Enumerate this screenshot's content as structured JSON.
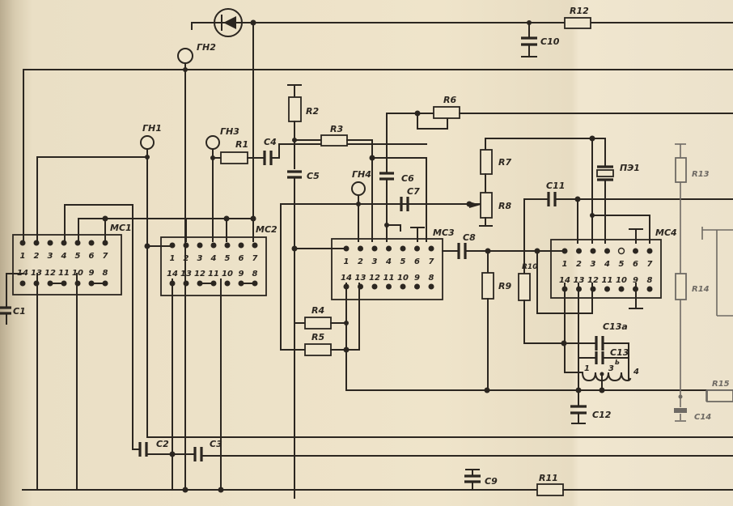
{
  "diagram": {
    "type": "electrical-schematic",
    "modules": [
      {
        "id": "MC1",
        "label": "MC1",
        "pins_top": [
          "1",
          "2",
          "3",
          "4",
          "5",
          "6",
          "7"
        ],
        "pins_bottom": [
          "14",
          "13",
          "12",
          "11",
          "10",
          "9",
          "8"
        ]
      },
      {
        "id": "MC2",
        "label": "MC2",
        "pins_top": [
          "1",
          "2",
          "3",
          "4",
          "5",
          "6",
          "7"
        ],
        "pins_bottom": [
          "14",
          "13",
          "12",
          "11",
          "10",
          "9",
          "8"
        ]
      },
      {
        "id": "MC3",
        "label": "MC3",
        "pins_top": [
          "1",
          "2",
          "3",
          "4",
          "5",
          "6",
          "7"
        ],
        "pins_bottom": [
          "14",
          "13",
          "12",
          "11",
          "10",
          "9",
          "8"
        ]
      },
      {
        "id": "MC4",
        "label": "MC4",
        "pins_top": [
          "1",
          "2",
          "3",
          "4",
          "5",
          "6",
          "7"
        ],
        "pins_bottom": [
          "14",
          "13",
          "12",
          "11",
          "10",
          "9",
          "8"
        ]
      }
    ],
    "jacks": {
      "gn1": "ГН1",
      "gn2": "ГН2",
      "gn3": "ГН3",
      "gn4": "ГН4"
    },
    "resistors": {
      "r1": "R1",
      "r2": "R2",
      "r3": "R3",
      "r4": "R4",
      "r5": "R5",
      "r6": "R6",
      "r7": "R7",
      "r8": "R8",
      "r9": "R9",
      "r10": "R10",
      "r11": "R11",
      "r12": "R12",
      "r13": "R13",
      "r14": "R14",
      "r15": "R15"
    },
    "capacitors": {
      "c1": "C1",
      "c2": "C2",
      "c3": "C3",
      "c4": "C4",
      "c5": "C5",
      "c6": "C6",
      "c7": "C7",
      "c8": "C8",
      "c9": "C9",
      "c10": "C10",
      "c11": "C11",
      "c12": "C12",
      "c13a": "C13a",
      "c13b": "C13",
      "c14": "C14"
    },
    "piezo": {
      "label": "ПЭ1"
    },
    "coil": {
      "tap1": "1",
      "tap3": "3",
      "tap4": "4",
      "tap_b": "Ь"
    }
  }
}
